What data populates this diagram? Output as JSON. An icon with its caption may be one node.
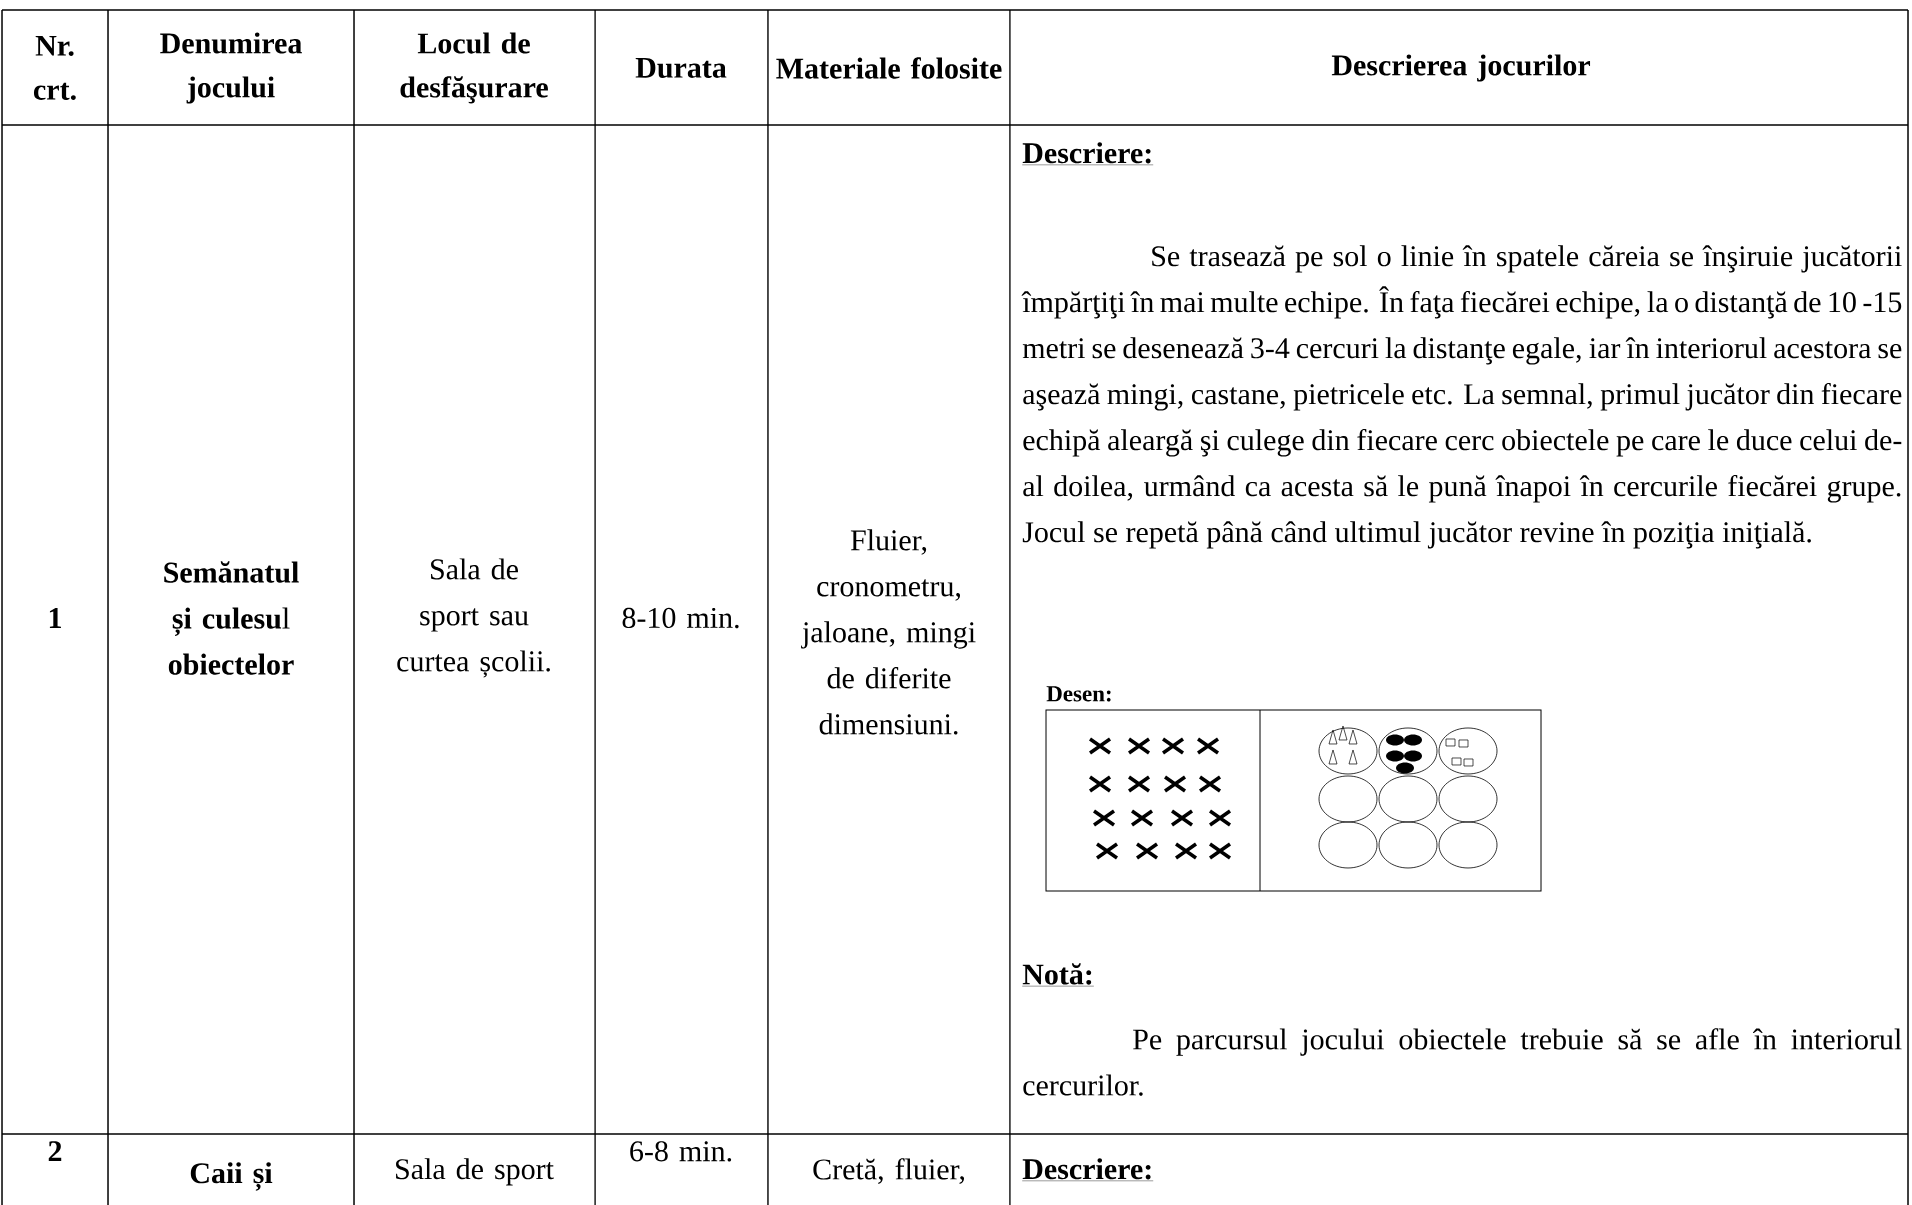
{
  "diagram": {
    "labels": [
      "Nr. crt.",
      "Denumirea jocului",
      "Locul de desfăşurare",
      "Durata",
      "Materiale folosite",
      "Descrierea jocurilor",
      "1",
      "**Semănatul și culesu**l **obiectelor**",
      "Sala de sport sau curtea școlii.",
      "8-10 min.",
      "Fluier, cronometru, jaloane, mingi de diferite dimensiuni.",
      "Descriere:",
      "Se trasează pe sol o linie în spatele căreia se înşiruie jucătorii împărţiţi în mai multe echipe. În faţa fiecărei echipe, la o distanţă de 10 -15 metri se desenează 3-4 cercuri la distanţe egale, iar în interiorul acestora se aşează mingi, castane, pietricele etc. La semnal, primul jucător din fiecare echipă aleargă şi culege din fiecare cerc obiectele pe care le duce celui de-al doilea, urmând ca acesta să le pună înapoi în cercurile fiecărei grupe. Jocul se repetă până când ultimul jucător revine în poziţia iniţială.",
      "Desen:",
      "Notă:",
      "Pe parcursul jocului obiectele trebuie să se afle în interiorul cercurilor.",
      "2",
      "Caii și",
      "Sala de sport",
      "6-8 min.",
      "Cretă, fluier,",
      "Descriere:"
    ]
  }
}
